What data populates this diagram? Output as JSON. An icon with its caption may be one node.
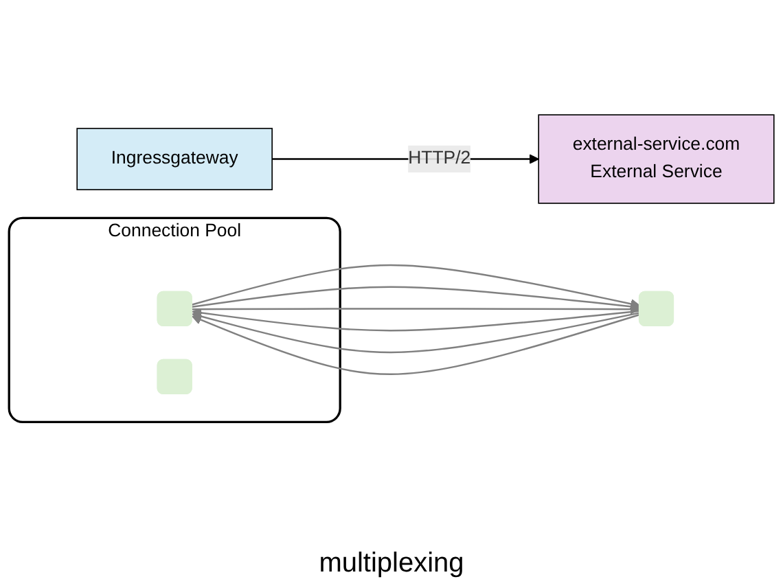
{
  "diagram": {
    "nodes": [
      {
        "text": [
          "Ingressgateway"
        ]
      },
      {
        "text": [
          "external-service.com",
          "External Service"
        ]
      },
      {
        "text": [
          "Connection Pool"
        ]
      },
      {
        "text": [],
        "shape": "box",
        "in": 2
      },
      {
        "text": [],
        "shape": "box",
        "in": 2
      },
      {
        "text": [],
        "shape": "box"
      }
    ],
    "edges": [
      {
        "from": 0,
        "to": 1,
        "arrow": "to",
        "label": "HTTP/2",
        "color": "#000000"
      },
      {
        "from": 3,
        "to": 5,
        "arrow": "to"
      },
      {
        "from": 3,
        "to": 5,
        "arrow": "to"
      },
      {
        "from": 3,
        "to": 5,
        "arrow": "to"
      },
      {
        "from": 5,
        "to": 3,
        "arrow": "to"
      },
      {
        "from": 5,
        "to": 3,
        "arrow": "to"
      },
      {
        "from": 5,
        "to": 3,
        "arrow": "to"
      }
    ],
    "labels": [
      "multiplexing"
    ]
  }
}
